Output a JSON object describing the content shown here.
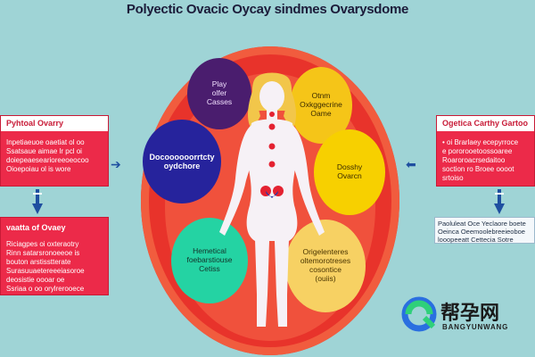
{
  "title": "Polyectic Ovacic Oycay sindmes Ovarysdome",
  "circles": {
    "purple": "Play\nolfer\nCasses",
    "navy": "Docoooooorrtcty\noydchore",
    "yellow1": "Otnm\nOxkggecrine\nOame",
    "yellow2": "Dosshy\nOvarcn",
    "teal": "Hemetical\nfoebarstiouse\nCetiss",
    "peach": "Origelenteres\noltemorotreses\ncosontice\n(ouiis)"
  },
  "left_top_box": {
    "header": "Pyhtoal Ovarry",
    "body": "Inpetiaeuoe oaetiat ol oo\nSsatsaue aimae lr pcl oi\ndoiepeaesearioreeoeocoo\nOioepoiau ol is wore"
  },
  "left_bottom_box": {
    "header": "vaatta of Ovaey",
    "body": "Riciagpes oi oxteraotry\nRinn satarsronoeeoe is\nbouton arstisstterate\nSurasuuaetereeeiasoroe\ndeosistie oooar oe\nSsriaa o oo orylrerooece"
  },
  "right_top_box": {
    "header": "Ogetica Carthy Gartoo",
    "body": "• oi Brarlaey ecepyrroce\ne pororooetoossoaree\nRoaroroacrsedaitoo\nsoction ro Broee oooot\nsrtoiso"
  },
  "right_note": "Paoluleat Oce Yeclaore boete\nOeinca Oeemoolebreeieoboe\nlooopeeatt Cettecia Sotre",
  "logo": {
    "cn": "帮孕网",
    "en": "BANGYUNWANG"
  },
  "colors": {
    "background": "#9fd4d6",
    "oval": "#e8332b",
    "box": "#ec2a49",
    "arrow": "#1f4fa0"
  }
}
